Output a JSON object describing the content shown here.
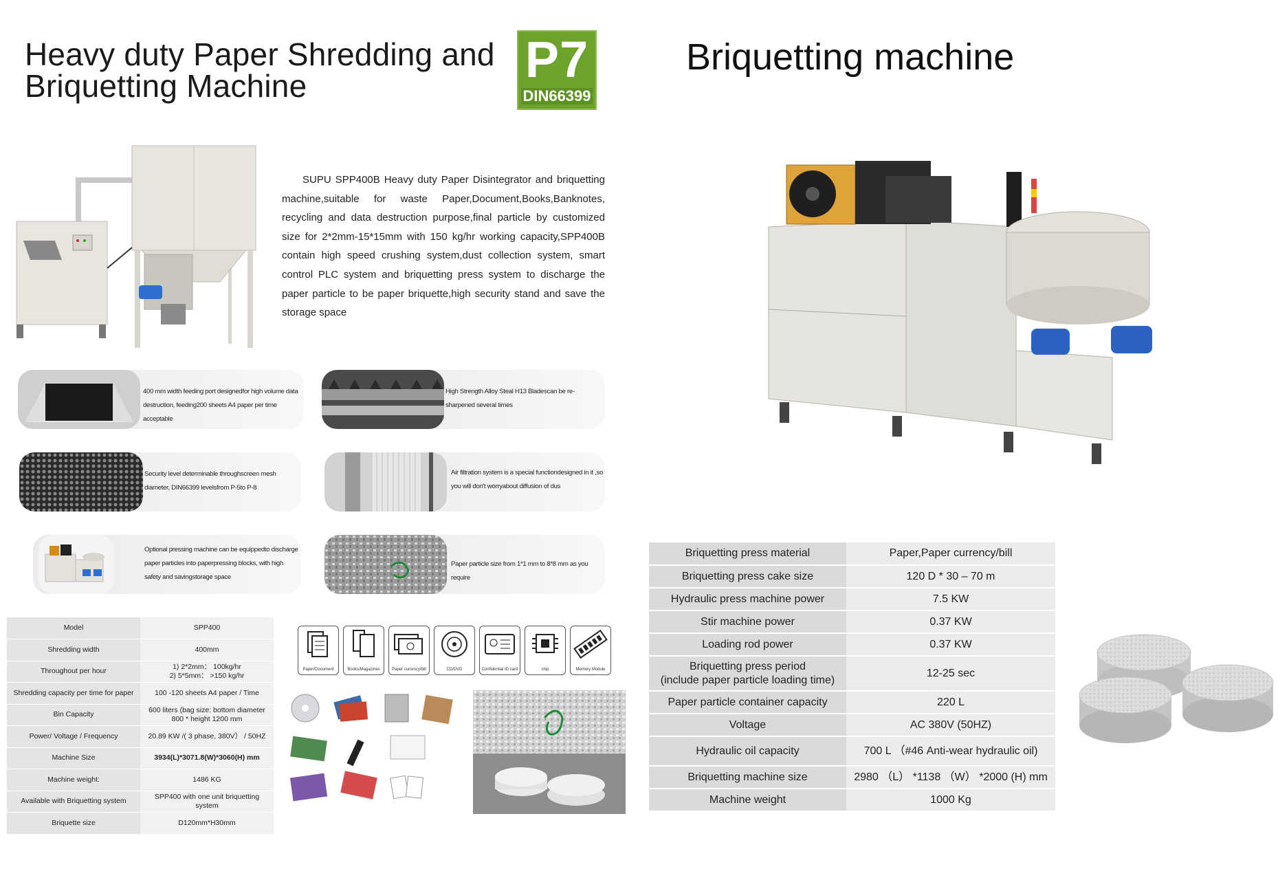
{
  "header": {
    "title_line1": "Heavy duty Paper Shredding and",
    "title_line2": "Briquetting Machine",
    "badge_level": "P7",
    "badge_standard": "DIN66399",
    "right_title": "Briquetting machine"
  },
  "intro": "SUPU SPP400B Heavy duty Paper Disintegrator and briquetting machine,suitable for waste Paper,Document,Books,Banknotes, recycling and data destruction purpose,final particle by customized size for 2*2mm-15*15mm with 150 kg/hr working capacity,SPP400B contain high speed crushing system,dust collection system, smart control PLC system and briquetting press system to discharge the paper particle to be paper briquette,high security stand and save the storage space",
  "features": [
    "400 mm width feeding port designedfor high volume data destruction, feeding200 sheets A4 paper per time acceptable",
    "High Strength Alloy Steal H13 Bladescan be re-sharpened several times",
    "Security level determinable throughscreen mesh diameter, DIN66399 levelsfrom P-5to P-8",
    "Air filtration system is a special functiondesigned in it ,so you will don't worryabout diffusion of dus",
    "Optional pressing machine can be equippedto discharge paper particles into paperpressing blocks, with high safety and savingstorage space",
    "Paper particle size from 1*1 mm to 8*8 mm as you require"
  ],
  "spec_left": [
    {
      "k": "Model",
      "v": "SPP400"
    },
    {
      "k": "Shredding width",
      "v": "400mm"
    },
    {
      "k": "Throughout per hour",
      "v": "1) 2*2mm：  100kg/hr\n2) 5*5mm：  >150 kg/hr"
    },
    {
      "k": "Shredding capacity per time for paper",
      "v": "100 -120 sheets A4 paper / Time"
    },
    {
      "k": "Bin Capacity",
      "v": "600 liters (bag size: bottom diameter 800 * height 1200 mm"
    },
    {
      "k": "Power/ Voltage / Frequency",
      "v": "20.89 KW /( 3 phase, 380V） / 50HZ"
    },
    {
      "k": "Machine Size",
      "v": "3934(L)*3071.8(W)*3060(H) mm"
    },
    {
      "k": "Machine weight:",
      "v": "1486 KG"
    },
    {
      "k": "Available with Briquetting system",
      "v": "SPP400 with one unit briquetting system"
    },
    {
      "k": "Briquette size",
      "v": "D120mm*H30mm"
    }
  ],
  "app_icons": [
    "Paper/Document",
    "Books/Magazines",
    "Paper currency/bill",
    "CD/DVD",
    "Confidential ID card",
    "chip",
    "Memory Module"
  ],
  "spec_right": [
    {
      "k": "Briquetting press material",
      "v": "Paper,Paper currency/bill"
    },
    {
      "k": "Briquetting press cake size",
      "v": "120 D * 30 – 70 m"
    },
    {
      "k": "Hydraulic press machine power",
      "v": "7.5 KW"
    },
    {
      "k": "Stir machine power",
      "v": "0.37 KW"
    },
    {
      "k": "Loading rod power",
      "v": "0.37 KW"
    },
    {
      "k": "Briquetting press period\n(include paper particle loading time)",
      "v": "12-25 sec"
    },
    {
      "k": "Paper particle container capacity",
      "v": "220 L"
    },
    {
      "k": "Voltage",
      "v": "AC 380V (50HZ)"
    },
    {
      "k": "Hydraulic oil capacity",
      "v": "700 L （#46 Anti-wear hydraulic oil)"
    },
    {
      "k": "Briquetting machine size",
      "v": "2980 （L） *1138 （W） *2000 (H) mm"
    },
    {
      "k": "Machine weight",
      "v": "1000 Kg"
    }
  ],
  "colors": {
    "badge_green": "#6da22b",
    "table_key_bg": "#dadada",
    "table_val_bg": "#ececec"
  }
}
